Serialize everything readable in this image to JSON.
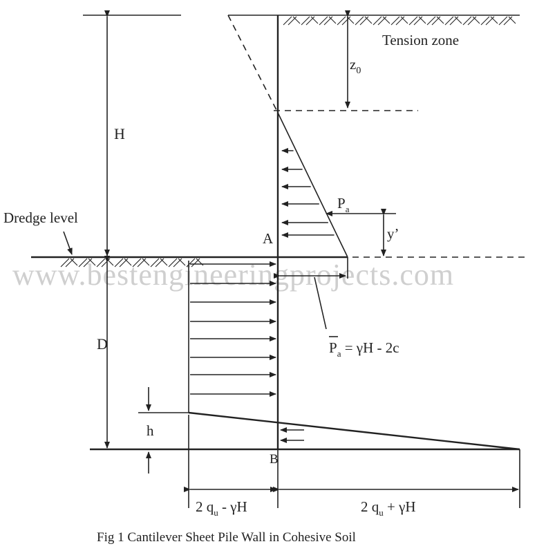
{
  "figure": {
    "caption": "Fig 1 Cantilever Sheet Pile Wall in Cohesive Soil",
    "watermark": "www.bestengineeringprojects.com",
    "labels": {
      "tension_zone": "Tension zone",
      "z0_main": "z",
      "z0_sub": "0",
      "H": "H",
      "D": "D",
      "h": "h",
      "A": "A",
      "B": "B",
      "dredge_level": "Dredge level",
      "Pa_main": "P",
      "Pa_sub": "a",
      "y_prime": "y’",
      "Pa_bar_main": "P",
      "Pa_bar_sub": "a",
      "Pa_bar_eq": " = γH - 2c",
      "left_base_a": "2 q",
      "left_base_sub": "u",
      "left_base_b": " - γH",
      "right_base_a": "2 q",
      "right_base_sub": "u",
      "right_base_b": " + γH"
    }
  }
}
